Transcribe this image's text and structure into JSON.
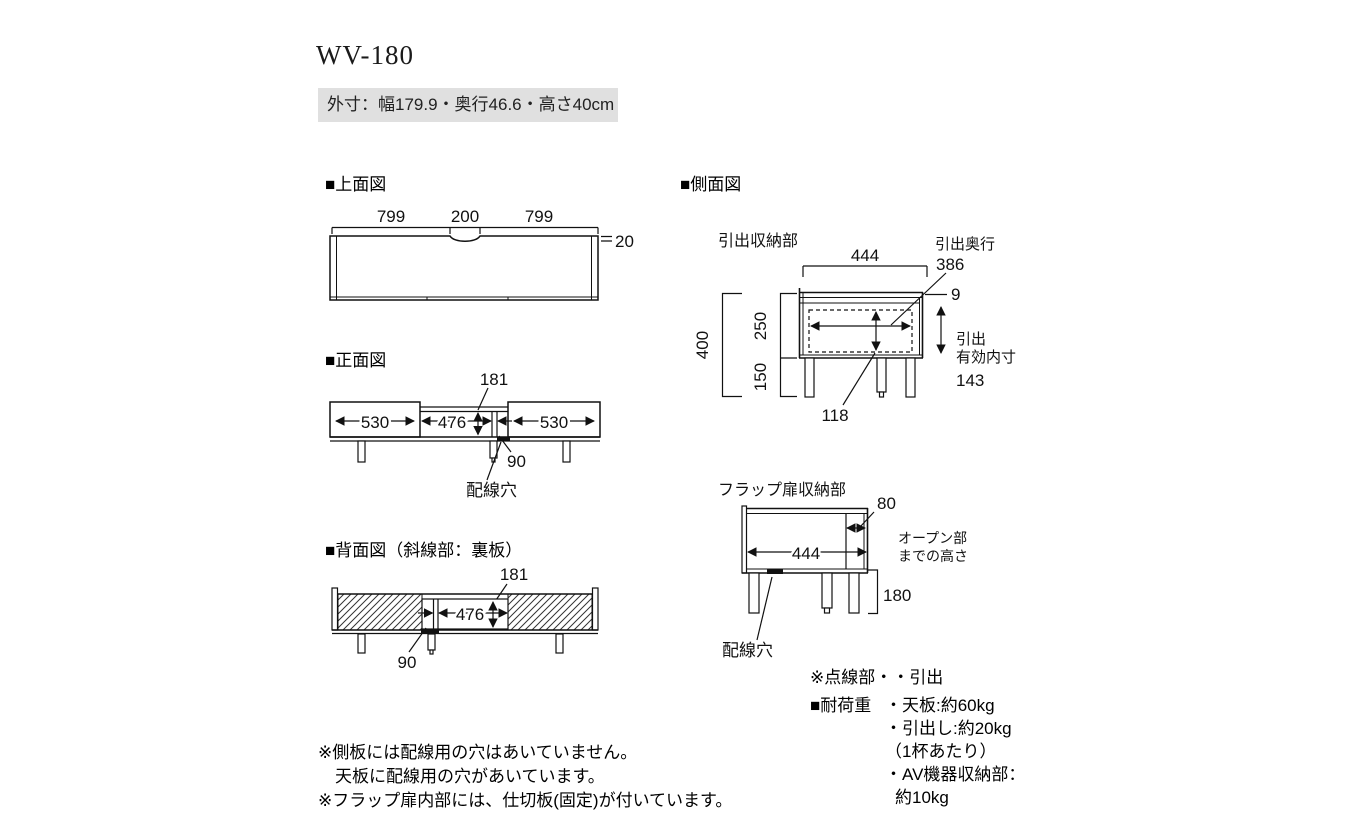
{
  "header": {
    "model": "WV-180",
    "outer_dims": "外寸：幅179.9・奥行46.6・高さ40cm"
  },
  "top_view": {
    "heading": "■上面図",
    "dim_left": "799",
    "dim_center": "200",
    "dim_right": "799",
    "dim_thickness": "20"
  },
  "front_view": {
    "heading": "■正面図",
    "dim_opening_height": "181",
    "dim_left": "530",
    "dim_center": "476",
    "dim_right": "530",
    "dim_gap": "90",
    "wiring_hole": "配線穴"
  },
  "back_view": {
    "heading": "■背面図（斜線部：裏板）",
    "dim_opening_height": "181",
    "dim_center": "476",
    "dim_gap": "90"
  },
  "side_view": {
    "heading": "■側面図",
    "drawer": {
      "label": "引出収納部",
      "dim_width": "444",
      "drawer_depth_label": "引出奥行",
      "dim_drawer_depth": "386",
      "dim_top_gap": "9",
      "dim_total_height": "400",
      "dim_body_height": "250",
      "dim_leg_height": "150",
      "inner_label_line1": "引出",
      "inner_label_line2": "有効内寸",
      "dim_inner_height": "143",
      "dim_drawer_height": "118"
    },
    "flap": {
      "label": "フラップ扉収納部",
      "dim_open_depth": "80",
      "dim_width": "444",
      "open_height_line1": "オープン部",
      "open_height_line2": "までの高さ",
      "dim_floor_height": "180",
      "wiring_hole": "配線穴"
    }
  },
  "notes": {
    "dotted_note": "※点線部・・引出",
    "load_heading": "■耐荷重",
    "load_items": [
      "・天板:約60kg",
      "・引出し:約20kg",
      "（1杯あたり）",
      "・AV機器収納部：",
      "約10kg"
    ],
    "left_line1": "※側板には配線用の穴はあいていません。",
    "left_line2": "天板に配線用の穴があいています。",
    "left_line3": "※フラップ扉内部には、仕切板(固定)が付いています。"
  }
}
